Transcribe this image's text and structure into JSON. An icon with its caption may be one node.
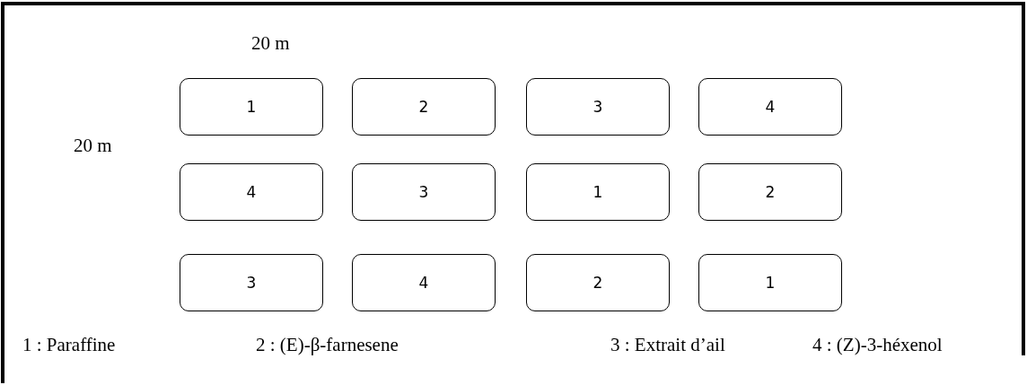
{
  "diagram": {
    "nodes": [
      {
        "text": [
          "1"
        ]
      },
      {
        "text": [
          "2"
        ]
      },
      {
        "text": [
          "3"
        ]
      },
      {
        "text": [
          "4"
        ]
      },
      {
        "text": [
          "4"
        ]
      },
      {
        "text": [
          "3"
        ]
      },
      {
        "text": [
          "1"
        ]
      },
      {
        "text": [
          "2"
        ]
      },
      {
        "text": [
          "3"
        ]
      },
      {
        "text": [
          "4"
        ]
      },
      {
        "text": [
          "2"
        ]
      },
      {
        "text": [
          "1"
        ]
      }
    ],
    "labels": [
      "20 m",
      "20 m",
      "1 : Paraffine",
      "2 : (E)-β-farnesene",
      "3 : Extrait d’ail",
      "4 : (Z)-3-héxenol"
    ]
  }
}
